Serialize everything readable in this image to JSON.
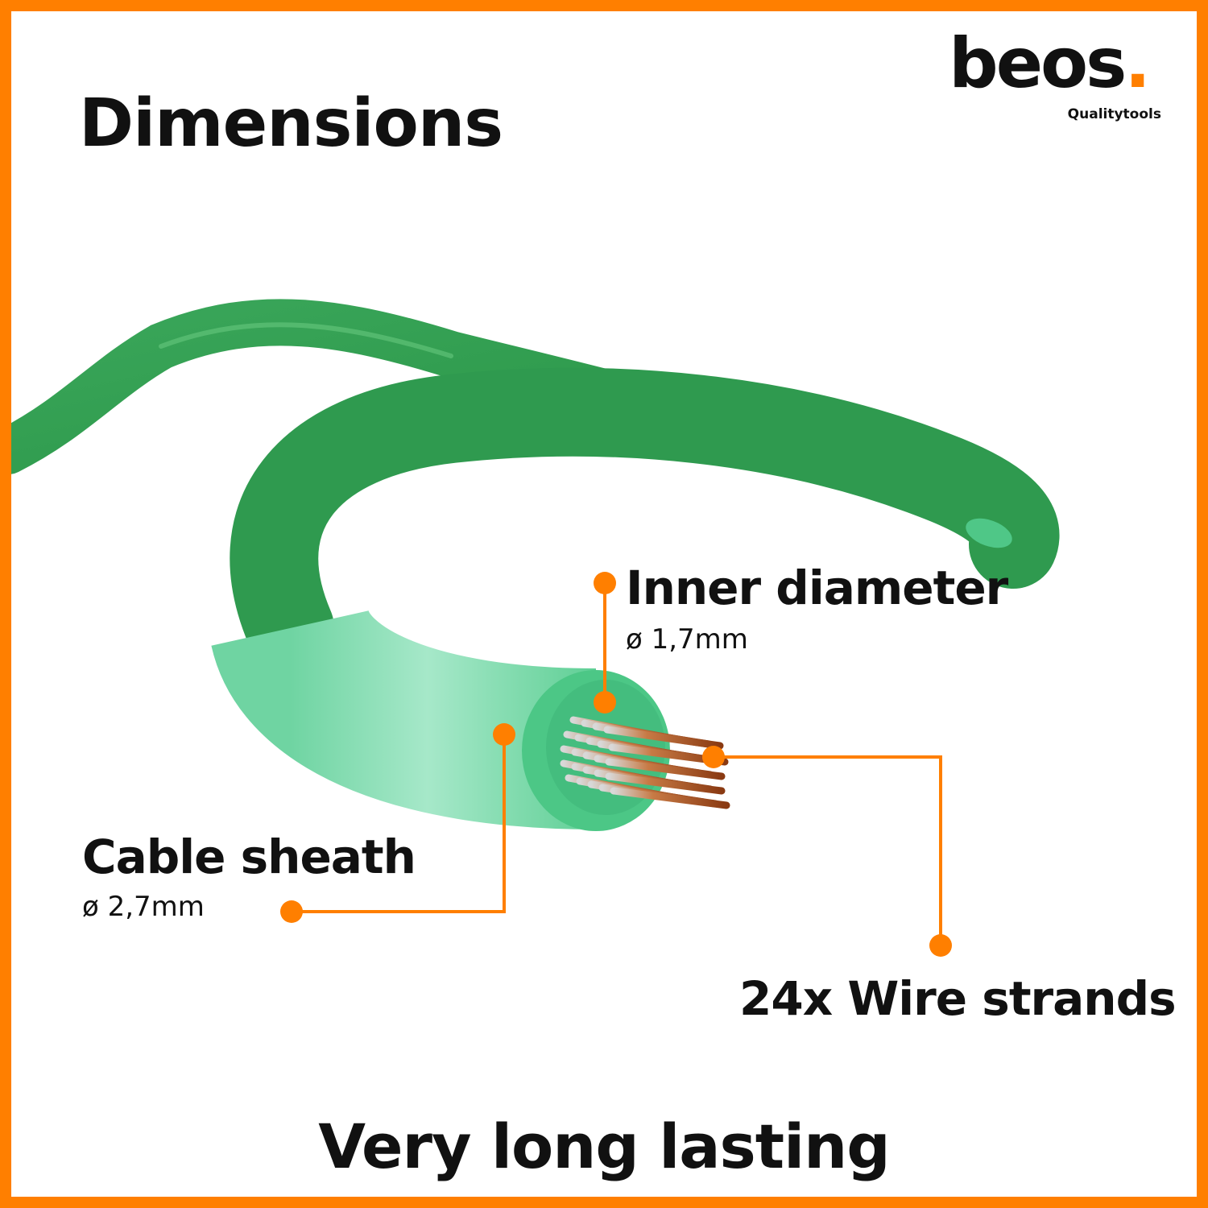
{
  "header": {
    "title": "Dimensions"
  },
  "logo": {
    "wordmark": "beos",
    "dot": ".",
    "tagline": "Qualitytools"
  },
  "callouts": {
    "inner_diameter": {
      "label": "Inner diameter",
      "value": "ø 1,7mm"
    },
    "cable_sheath": {
      "label": "Cable sheath",
      "value": "ø 2,7mm"
    },
    "wire_strands": {
      "label": "24x Wire strands"
    }
  },
  "footer": {
    "tagline": "Very long lasting"
  },
  "colors": {
    "accent": "#ff7f00",
    "cable_dark": "#2f9a4f",
    "cable_light": "#7fdcae",
    "copper": "#b8551f"
  }
}
